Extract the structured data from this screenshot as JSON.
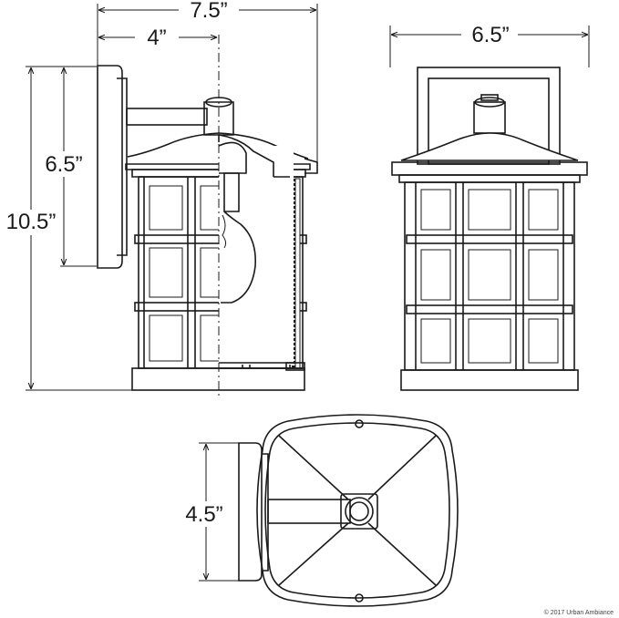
{
  "dimensions": {
    "overall_depth": "7.5”",
    "mount_depth": "4”",
    "backplate_height": "6.5”",
    "overall_height": "10.5”",
    "width": "6.5”",
    "backplate_width": "4.5”"
  },
  "copyright": "© 2017 Urban Ambiance",
  "colors": {
    "line": "#1a1a1a",
    "background": "#ffffff"
  }
}
